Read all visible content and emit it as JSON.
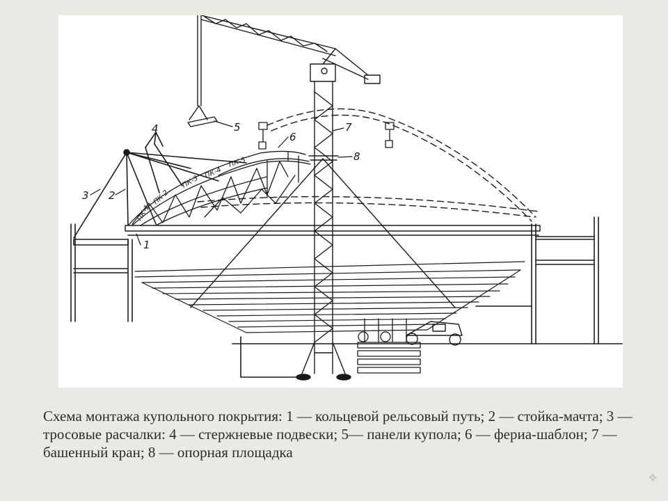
{
  "slide": {
    "background_color": "#e9e9e6",
    "panel_color": "#ffffff",
    "line_color": "#1a1a1a"
  },
  "diagram": {
    "callouts": {
      "n1": "1",
      "n2": "2",
      "n3": "3",
      "n4": "4",
      "n5": "5",
      "n6": "6",
      "n7": "7",
      "n8": "8"
    },
    "panel_labels": {
      "pk1": "ПК-1",
      "pk2": "ПК-2",
      "pk3": "ПК-3",
      "pk4": "ПК-4",
      "pk5": "ПК-5"
    }
  },
  "caption": {
    "text": "Схема монтажа купольного покрытия: 1 — кольцевой рельсовый путь; 2 — стойка-мачта; 3 — тросовые расчалки: 4 — стержневые подвески; 5— панели купола; 6 — фериа-шаблон; 7 — башенный кран; 8 — опорная площадка"
  },
  "decor": {
    "corner_icon": "slide-corner-mark-icon"
  }
}
